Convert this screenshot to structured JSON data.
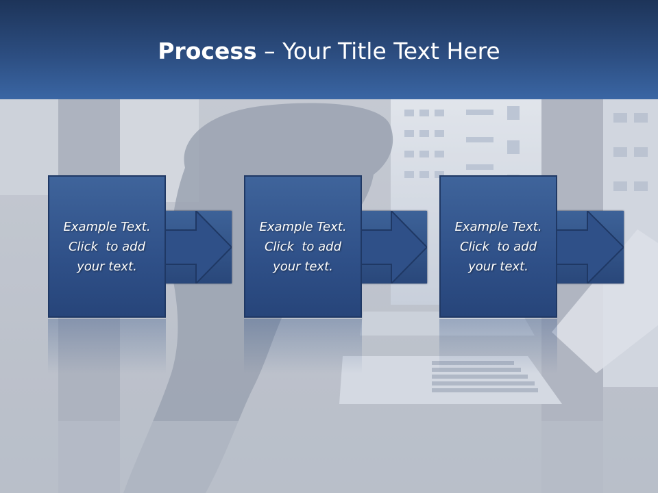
{
  "slide": {
    "title_bold": "Process",
    "title_rest": " – Your Title Text Here"
  },
  "steps": [
    {
      "line1": "Example Text.",
      "line2": "Click  to add",
      "line3": "your text."
    },
    {
      "line1": "Example Text.",
      "line2": "Click  to add",
      "line3": "your text."
    },
    {
      "line1": "Example Text.",
      "line2": "Click  to add",
      "line3": "your text."
    }
  ],
  "colors": {
    "header_dark": "#1d3459",
    "header_light": "#3a66a4",
    "box_fill": "#2f5088",
    "box_border": "#1f3864"
  },
  "background_image": "office-silhouette-photo"
}
